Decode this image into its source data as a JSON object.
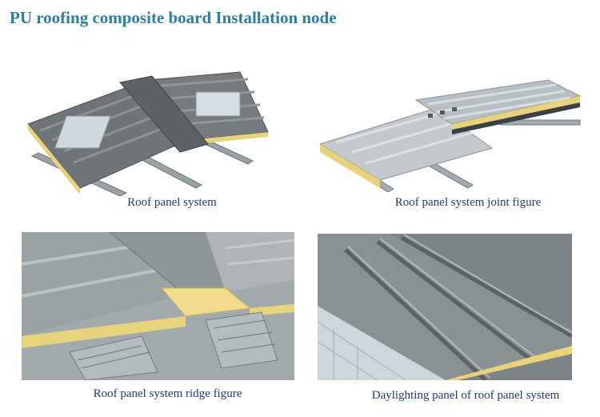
{
  "page": {
    "title": "PU roofing composite board Installation node",
    "title_color": "#2a7fa3",
    "caption_color": "#1f3b78"
  },
  "figures": [
    {
      "caption": "Roof panel system"
    },
    {
      "caption": "Roof panel system joint figure"
    },
    {
      "caption": "Roof panel system ridge figure"
    },
    {
      "caption": "Daylighting panel of roof panel system"
    }
  ]
}
